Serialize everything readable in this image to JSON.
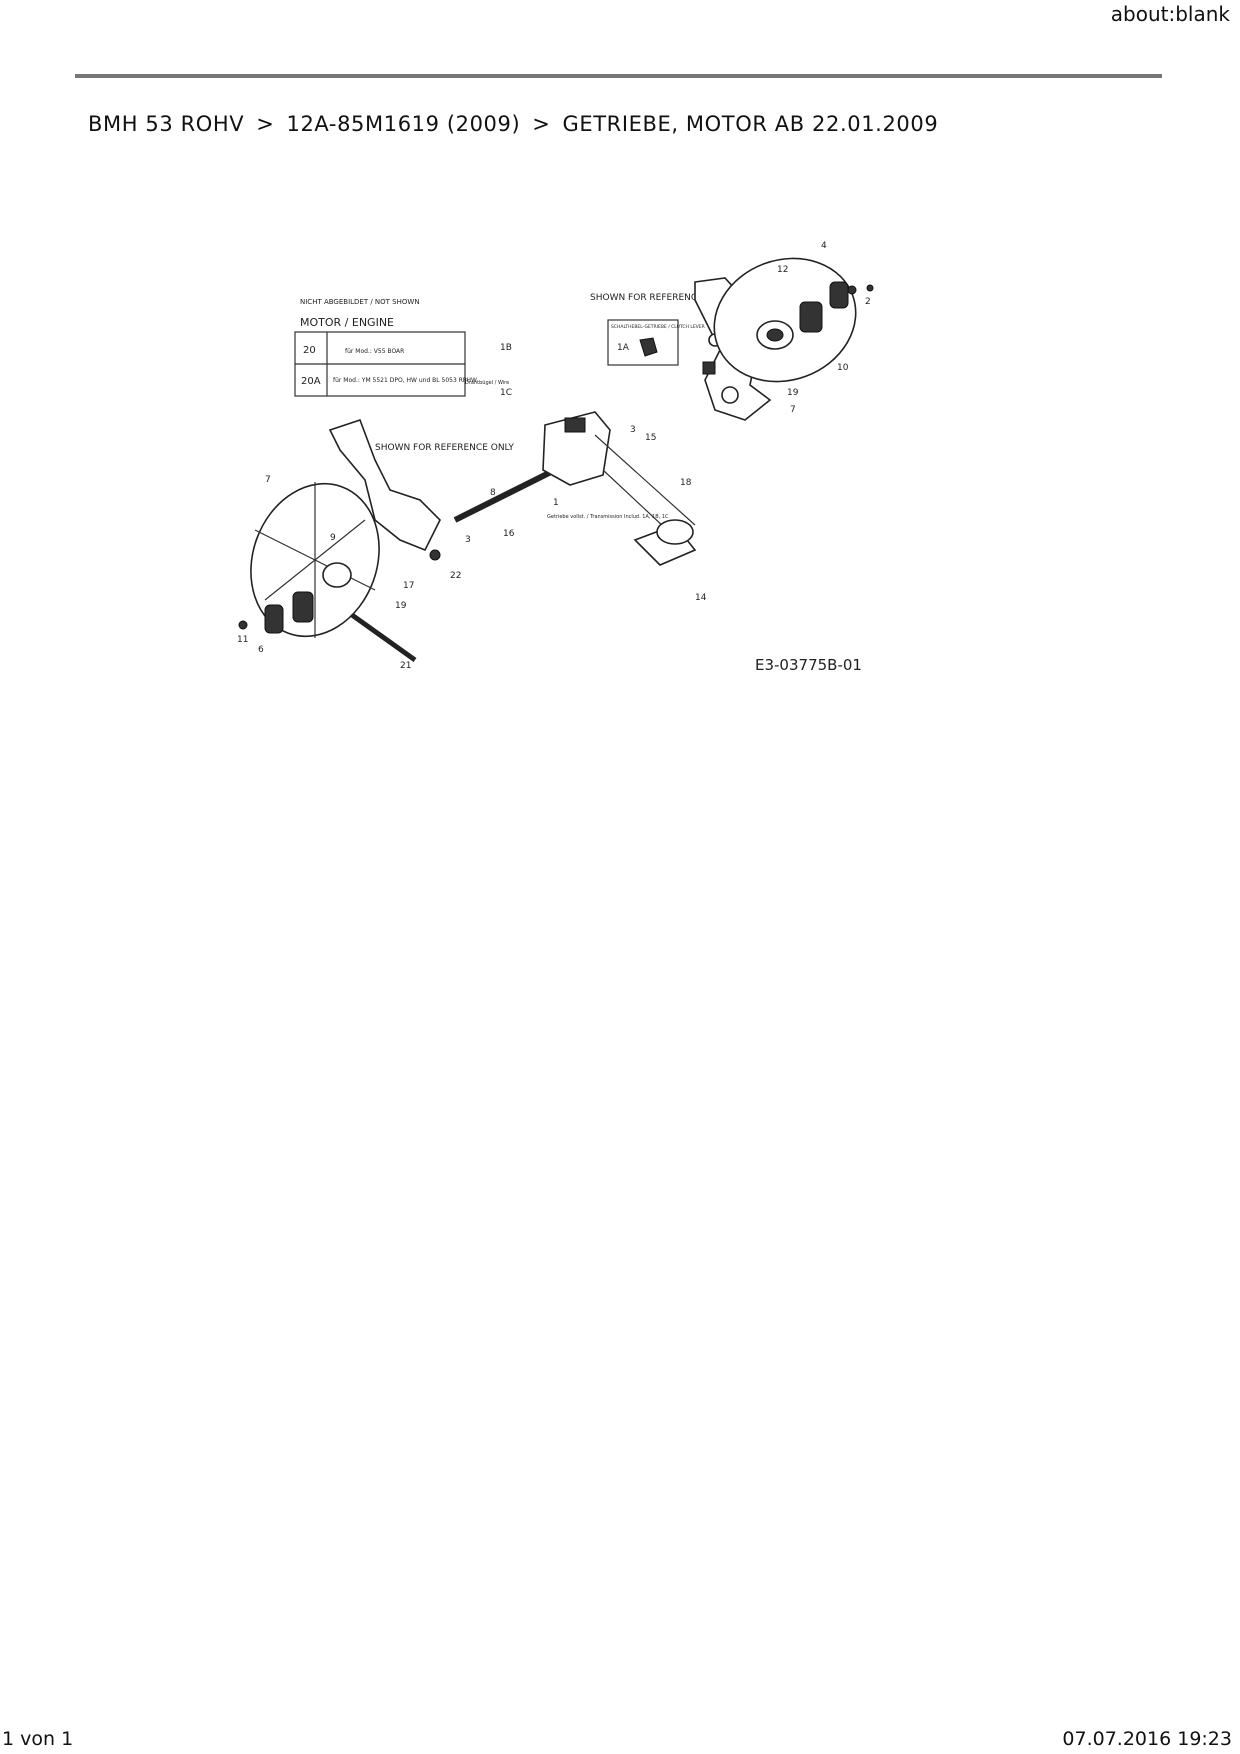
{
  "header": {
    "url": "about:blank"
  },
  "breadcrumb": {
    "items": [
      "BMH 53 ROHV",
      "12A-85M1619 (2009)",
      "GETRIEBE, MOTOR AB 22.01.2009"
    ],
    "separator": ">"
  },
  "diagram": {
    "drawing_number": "E3-03775B-01",
    "not_shown_title": "NICHT ABGEBILDET / NOT SHOWN",
    "motor_table": {
      "title": "MOTOR / ENGINE",
      "rows": [
        {
          "code": "20",
          "desc": "für Mod.: V55 BOAR"
        },
        {
          "code": "20A",
          "desc": "für Mod.: YM 5521 DPO, HW und BL 5053 RPHW"
        }
      ]
    },
    "reference_note": "SHOWN FOR REFERENCE ONLY",
    "clutch_box_title": "SCHALTHEBEL-GETRIEBE / CLUTCH LEVER",
    "transmission_note": "Getriebe vollst. / Transmission Includ. 1A, 1B, 1C",
    "wire_note": "Drahtbügel / Wire",
    "callouts": [
      "1",
      "1A",
      "1B",
      "1C",
      "2",
      "3",
      "4",
      "6",
      "7",
      "8",
      "9",
      "10",
      "11",
      "12",
      "14",
      "15",
      "16",
      "17",
      "18",
      "19",
      "21",
      "22"
    ]
  },
  "footer": {
    "page": "1 von 1",
    "datetime": "07.07.2016 19:23"
  }
}
